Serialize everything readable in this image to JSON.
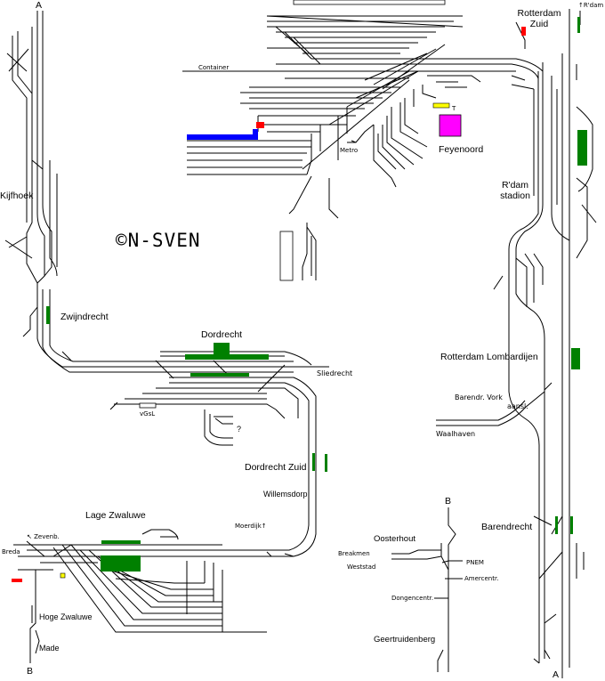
{
  "map": {
    "line_markers": {
      "top_left": "A",
      "bottom_left": "B",
      "mid_b": "B",
      "bottom_right": "A",
      "top_right": "↑R'dam CS"
    },
    "stations": {
      "rotterdam_zuid": "Rotterdam Zuid",
      "feyenoord": "Feyenoord",
      "rdam_stadion": "R'dam stadion",
      "kijfhoek": "Kijfhoek",
      "zwijndrecht": "Zwijndrecht",
      "dordrecht": "Dordrecht",
      "rotterdam_lombardijen": "Rotterdam Lombardijen",
      "dordrecht_zuid": "Dordrecht Zuid",
      "willemsdorp": "Willemsdorp",
      "lage_zwaluwe": "Lage Zwaluwe",
      "barendrecht": "Barendrecht",
      "oosterhout": "Oosterhout",
      "hoge_zwaluwe": "Hoge Zwaluwe",
      "made": "Made",
      "geertruidenberg": "Geertruidenberg"
    },
    "small_labels": {
      "container": "Container",
      "metro": "Metro",
      "t_mark": "T",
      "sliedrecht": "Sliedrecht",
      "vgsl": "vGsL",
      "question": "?",
      "barendr_vork": "Barendr. Vork",
      "aansl": "aansl.",
      "waalhaven": "Waalhaven",
      "moerdijk": "Moerdijk↑",
      "zevenb": "↖ Zevenb.",
      "breda": "Breda",
      "breakmen": "Breakmen",
      "weststad": "Weststad",
      "pnem": "PNEM",
      "amercentr": "Amercentr.",
      "dongencentr": "Dongencentr."
    },
    "logo": "©N-SVEN",
    "colors": {
      "track": "#000000",
      "platform": "#008000",
      "depot": "#0000ff",
      "building": "#ff00ff",
      "signal": "#ff0000",
      "yellow": "#ffff00",
      "water": "#0000ff"
    }
  }
}
